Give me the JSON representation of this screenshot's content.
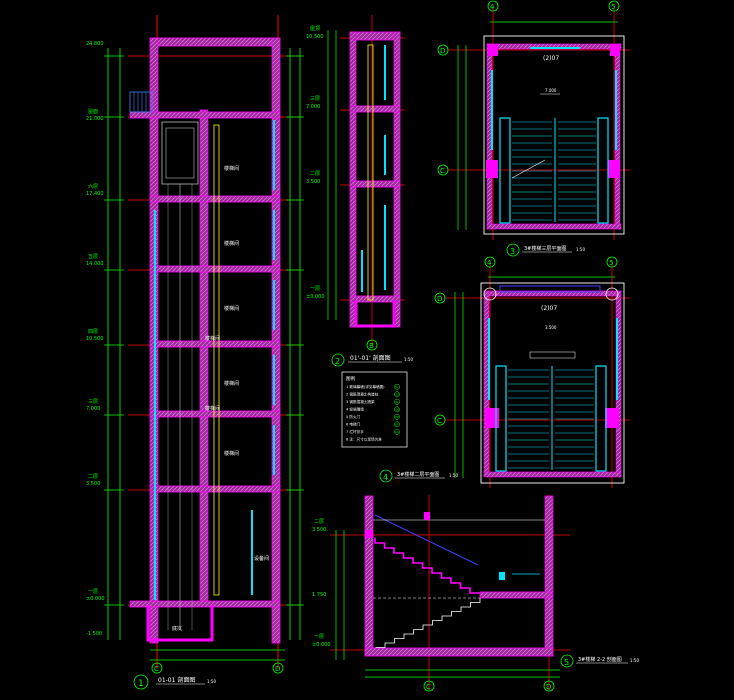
{
  "colors": {
    "background": "#000000",
    "wall": "#ff00ff",
    "wall_fill": "#9a2f9a",
    "axis": "#ff0000",
    "dimension": "#00ff00",
    "glass": "#00e5ff",
    "equipment": "#ffff00",
    "line": "#ffffff",
    "cyan": "#00ffff",
    "blue": "#4040ff"
  },
  "drawings": {
    "section1": {
      "number": "1",
      "title": "01-01 剖面图",
      "scale": "1:50",
      "axes": [
        "C",
        "D"
      ],
      "rooms": [
        "楼梯间",
        "楼梯间",
        "楼梯间",
        "楼梯间",
        "楼梯间",
        "楼梯间",
        "楼梯间"
      ],
      "side_room": "设备间",
      "pit_label": "底坑",
      "levels": [
        "屋面",
        "六层",
        "五层",
        "四层",
        "三层",
        "二层",
        "一层"
      ],
      "elevations": [
        "24.800",
        "21.000",
        "17.400",
        "14.000",
        "10.500",
        "7.000",
        "3.500",
        "±0.000",
        "-1.500"
      ]
    },
    "section2": {
      "number": "2",
      "title": "01'-01' 剖面图",
      "scale": "1:50",
      "axis": "B",
      "levels": [
        "屋顶",
        "三层",
        "二层",
        "一层"
      ],
      "elevations": [
        "10.500",
        "7.000",
        "3.500",
        "±0.000"
      ]
    },
    "plan3": {
      "number": "3",
      "title": "3#楼梯三层平面图",
      "scale": "1:50",
      "axes_top": [
        "4",
        "5"
      ],
      "axes_side": [
        "D",
        "C"
      ],
      "room_tag": "(2)07",
      "level_tag": "7.000"
    },
    "plan4": {
      "number": "4",
      "title": "3#楼梯二层平面图",
      "scale": "1:50",
      "axes_top": [
        "4",
        "5"
      ],
      "axes_side": [
        "D",
        "C"
      ],
      "room_tag": "(2)07",
      "level_tag": "3.500"
    },
    "section5": {
      "number": "5",
      "title": "3#楼梯 2-2 剖面图",
      "scale": "1:50",
      "axes": [
        "C",
        "D"
      ],
      "levels": [
        "二层",
        "一层"
      ],
      "elevations": [
        "3.500",
        "1.750",
        "±0.000"
      ]
    }
  },
  "legend": {
    "title": "图例",
    "rows": [
      {
        "no": "1",
        "text": "玻璃幕墙(详见幕墙图)",
        "code": "M"
      },
      {
        "no": "2",
        "text": "钢筋混凝土构造柱",
        "code": "GZ"
      },
      {
        "no": "3",
        "text": "钢筋混凝土圈梁",
        "code": "QL"
      },
      {
        "no": "4",
        "text": "轻质隔墙",
        "code": "QG"
      },
      {
        "no": "5",
        "text": "防火门",
        "code": "FM"
      },
      {
        "no": "6",
        "text": "电梯门",
        "code": "DT"
      },
      {
        "no": "7",
        "text": "栏杆扶手",
        "code": "LG"
      },
      {
        "no": "8",
        "text": "注：尺寸以现场为准",
        "code": ""
      }
    ]
  }
}
